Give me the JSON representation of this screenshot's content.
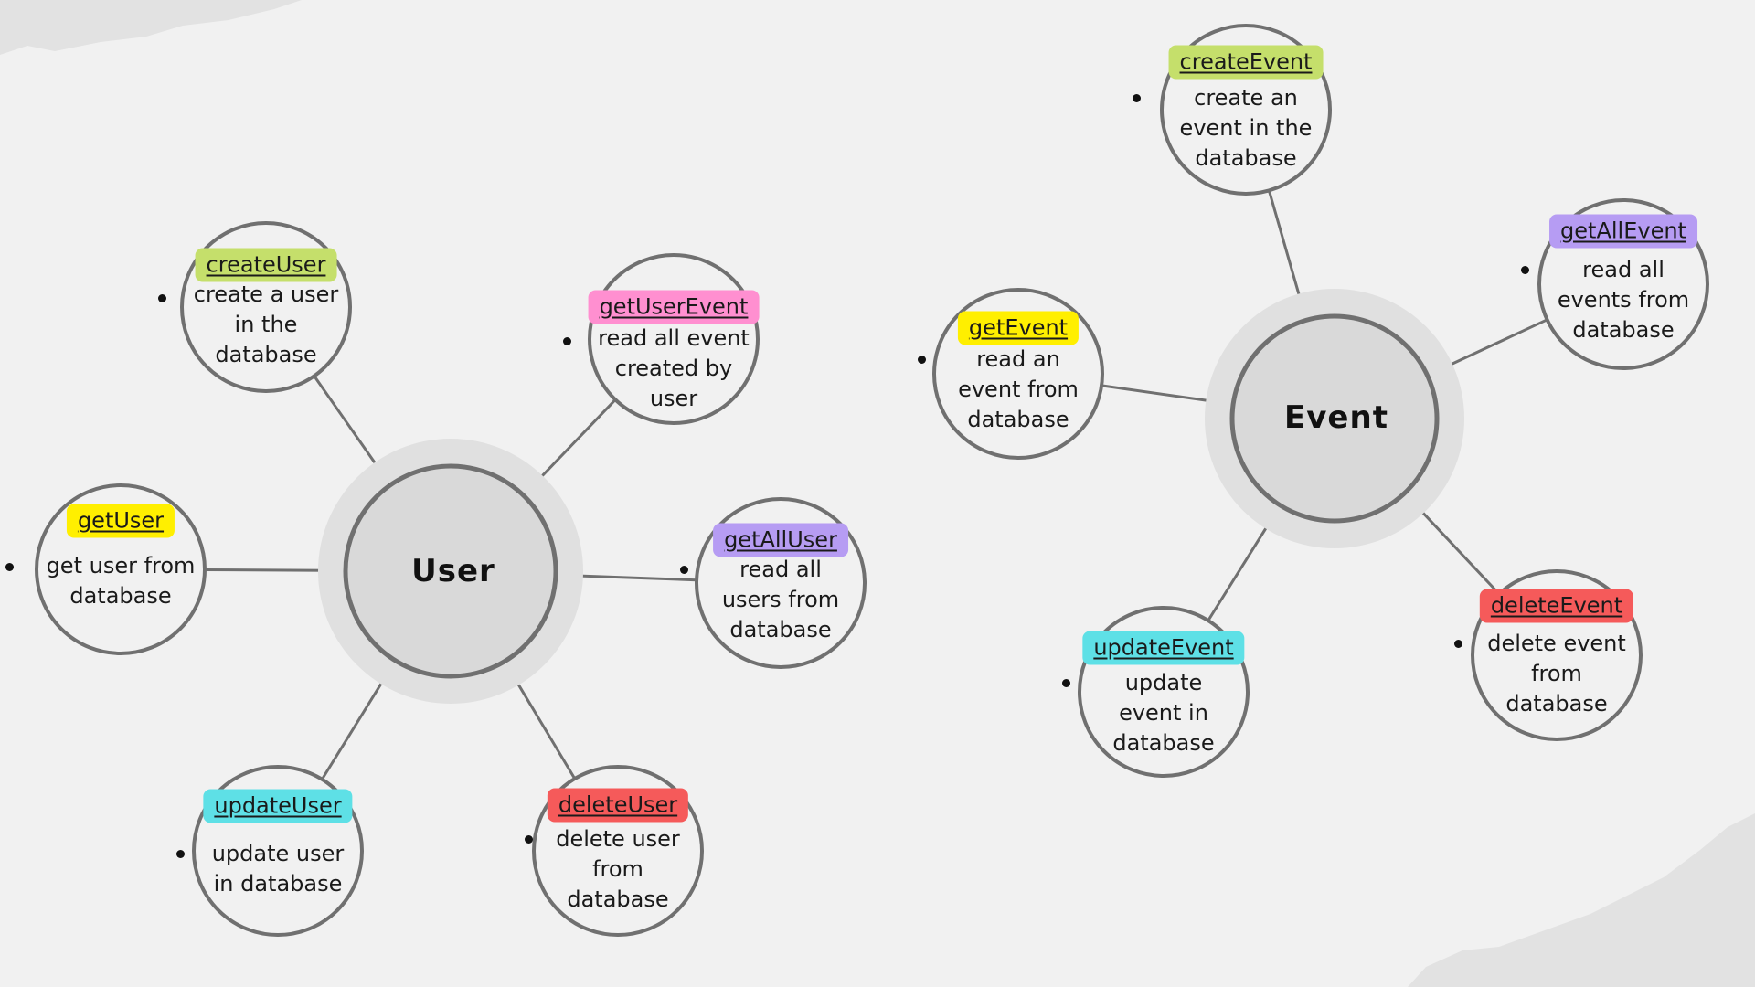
{
  "colors": {
    "background": "#f1f1f1",
    "node_stroke": "#707070",
    "hub_fill": "#d9d9d9",
    "hub_halo": "#e0e0e0",
    "connector": "#707070",
    "tag_create": "#c5df6b",
    "tag_get": "#ffef00",
    "tag_user_event": "#ff8fd0",
    "tag_get_all": "#b69cf3",
    "tag_update": "#5ee0e6",
    "tag_delete": "#f55a5a"
  },
  "hubs": {
    "user": {
      "label": "User"
    },
    "event": {
      "label": "Event"
    }
  },
  "nodes": {
    "createUser": {
      "tag": "createUser",
      "desc": [
        "create a user",
        "in the",
        "database"
      ]
    },
    "getUserEvent": {
      "tag": "getUserEvent",
      "desc": [
        "read all event",
        "created by",
        "user"
      ]
    },
    "getUser": {
      "tag": "getUser",
      "desc": [
        "get user from",
        "database"
      ]
    },
    "getAllUser": {
      "tag": "getAllUser",
      "desc": [
        "read all",
        "users from",
        "database"
      ]
    },
    "updateUser": {
      "tag": "updateUser",
      "desc": [
        "update user",
        "in database"
      ]
    },
    "deleteUser": {
      "tag": "deleteUser",
      "desc": [
        "delete user",
        "from",
        "database"
      ]
    },
    "createEvent": {
      "tag": "createEvent",
      "desc": [
        "create an",
        "event in the",
        "database"
      ]
    },
    "getAllEvent": {
      "tag": "getAllEvent",
      "desc": [
        "read all",
        "events from",
        "database"
      ]
    },
    "getEvent": {
      "tag": "getEvent",
      "desc": [
        "read an",
        "event from",
        "database"
      ]
    },
    "updateEvent": {
      "tag": "updateEvent",
      "desc": [
        "update",
        "event in",
        "database"
      ]
    },
    "deleteEvent": {
      "tag": "deleteEvent",
      "desc": [
        "delete event",
        "from",
        "database"
      ]
    }
  }
}
